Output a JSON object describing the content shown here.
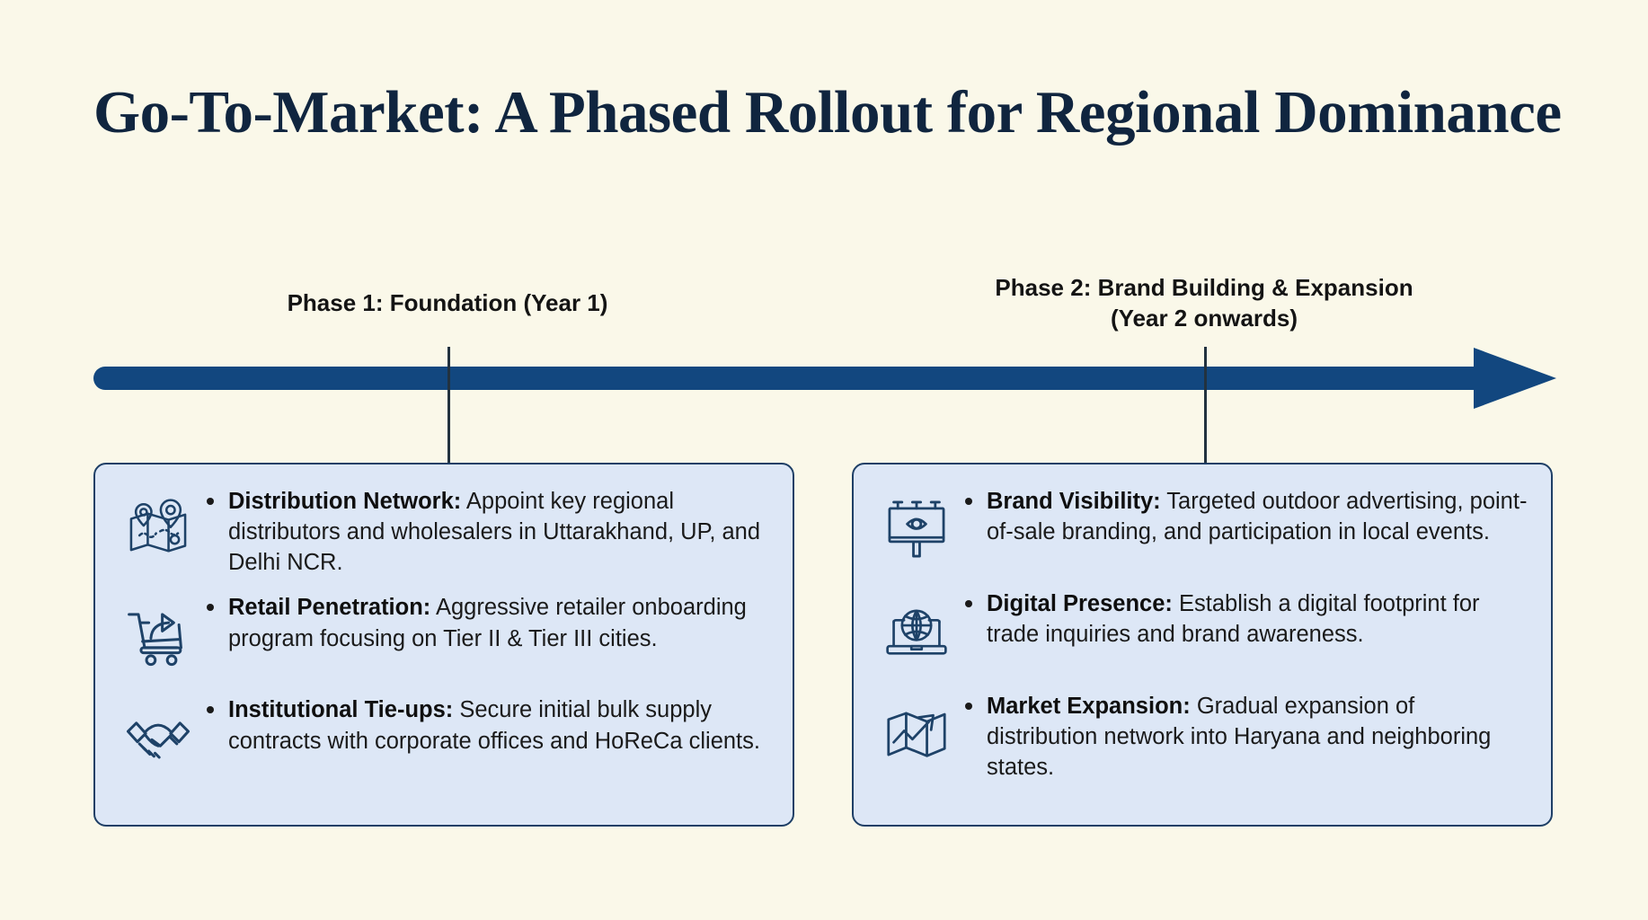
{
  "title": "Go-To-Market: A Phased Rollout for Regional Dominance",
  "colors": {
    "background": "#faf8e9",
    "timeline": "#12477f",
    "card_fill": "#dde7f6",
    "card_border": "#1e3f66",
    "title_text": "#10253f",
    "body_text": "#1a1a1a"
  },
  "timeline": {
    "phases": [
      {
        "label": "Phase 1: Foundation (Year 1)"
      },
      {
        "label": "Phase 2: Brand Building & Expansion\n(Year 2 onwards)"
      }
    ]
  },
  "cards": [
    {
      "phase_ref": "Phase 1: Foundation (Year 1)",
      "items": [
        {
          "icon": "map-pins-icon",
          "term": "Distribution Network:",
          "description": " Appoint key regional distributors and wholesalers in Uttarakhand, UP, and Delhi NCR."
        },
        {
          "icon": "shopping-cart-arrow-icon",
          "term": "Retail Penetration:",
          "description": " Aggressive retailer onboarding program focusing on Tier II & Tier III cities."
        },
        {
          "icon": "handshake-icon",
          "term": "Institutional Tie-ups:",
          "description": " Secure initial bulk supply contracts with corporate offices and HoReCa clients."
        }
      ]
    },
    {
      "phase_ref": "Phase 2: Brand Building & Expansion (Year 2 onwards)",
      "items": [
        {
          "icon": "billboard-eye-icon",
          "term": "Brand Visibility:",
          "description": " Targeted outdoor advertising, point-of-sale branding, and participation in local events."
        },
        {
          "icon": "laptop-globe-icon",
          "term": "Digital Presence:",
          "description": " Establish a digital footprint for trade inquiries and brand awareness."
        },
        {
          "icon": "map-growth-arrow-icon",
          "term": "Market Expansion:",
          "description": " Gradual expansion of distribution network into Haryana and neighboring states."
        }
      ]
    }
  ]
}
